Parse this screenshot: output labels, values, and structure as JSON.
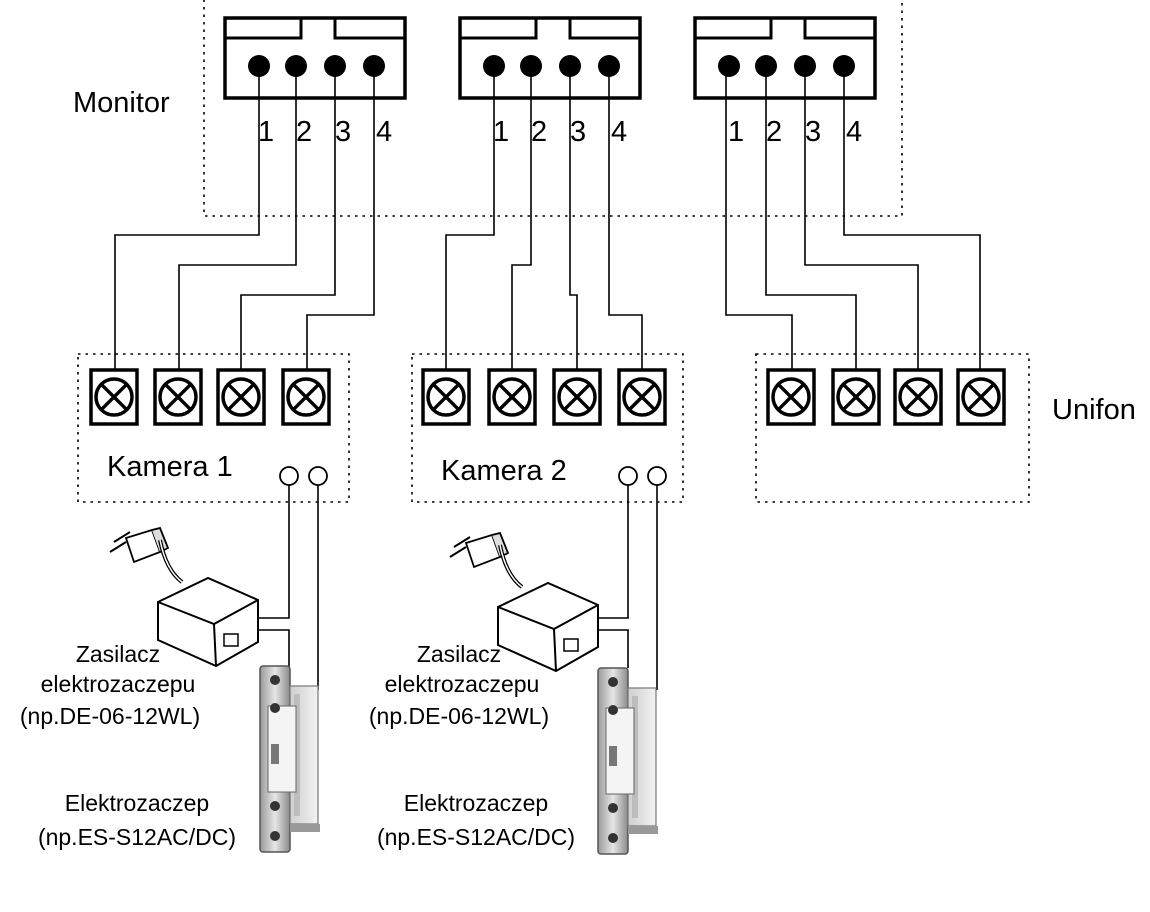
{
  "labels": {
    "monitor": "Monitor",
    "unifon": "Unifon",
    "camera1": "Kamera 1",
    "camera2": "Kamera 2"
  },
  "pin_numbers": [
    "1",
    "2",
    "3",
    "4"
  ],
  "power_supply": {
    "line1": "Zasilacz",
    "line2": "elektrozaczepu",
    "line3": "(np.DE-06-12WL)"
  },
  "door_strike": {
    "line1": "Elektrozaczep",
    "line2": "(np.ES-S12AC/DC)"
  }
}
